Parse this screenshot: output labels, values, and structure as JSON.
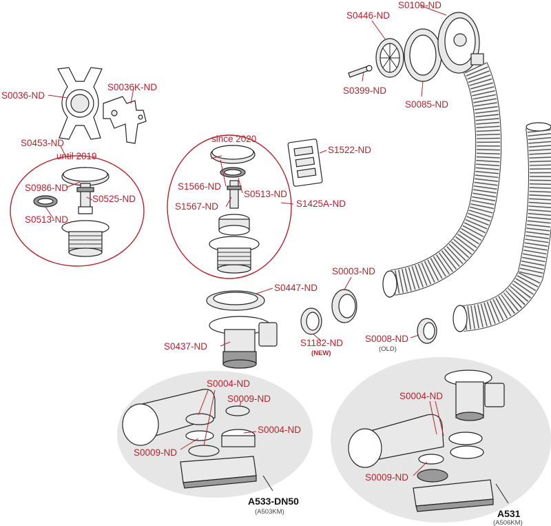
{
  "colors": {
    "label": "#b5222c",
    "outline": "#222222",
    "ellipse_fill": "#e6e6e6",
    "circle_stroke": "#b5222c"
  },
  "labels": {
    "s0036": "S0036-ND",
    "s0036k": "S0036K-ND",
    "s0453": "S0453-ND",
    "until2019": "until 2019",
    "s0986": "S0986-ND",
    "s0525": "S0525-ND",
    "s0513a": "S0513-ND",
    "since2020": "since 2020",
    "s1566": "S1566-ND",
    "s0513b": "S0513-ND",
    "s1567": "S1567-ND",
    "s1425a": "S1425A-ND",
    "s1522": "S1522-ND",
    "s0446": "S0446-ND",
    "s0109": "S0109-ND",
    "s0399": "S0399-ND",
    "s0085": "S0085-ND",
    "s0447": "S0447-ND",
    "s0003": "S0003-ND",
    "s0437": "S0437-ND",
    "s1182": "S1182-ND",
    "new_tag": "(NEW)",
    "s0008": "S0008-ND",
    "old_tag": "(OLD)",
    "s0004a": "S0004-ND",
    "s0009a": "S0009-ND",
    "s0004b": "S0004-ND",
    "s0009b": "S0009-ND",
    "s0004c": "S0004-ND",
    "s0009c": "S0009-ND"
  },
  "models": {
    "a533": {
      "name": "A533-DN50",
      "code": "(A503KM)"
    },
    "a531": {
      "name": "A531",
      "code": "(A506KM)"
    }
  }
}
